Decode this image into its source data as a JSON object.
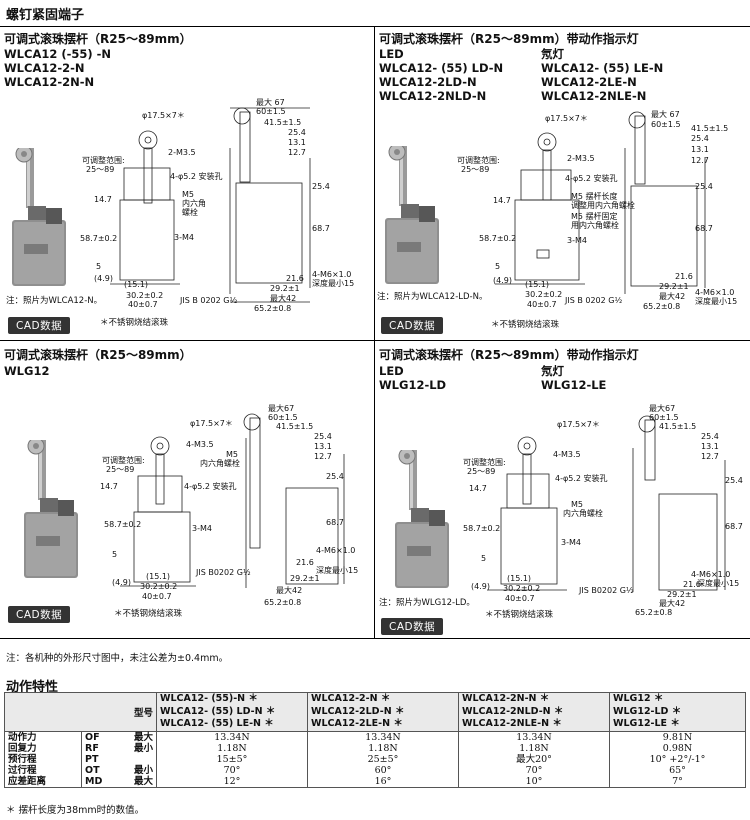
{
  "header": {
    "title": "螺钉紧固端子"
  },
  "panels": {
    "p1": {
      "title": "可调式滚珠摆杆（R25～89mm）",
      "models": [
        "WLCA12 (-55) -N",
        "WLCA12-2-N",
        "WLCA12-2N-N"
      ],
      "photo_note": "注：照片为WLCA12-N。",
      "cad": "CAD数据",
      "star_note": "＊不锈钢烧结滚珠",
      "dims": {
        "roller": "φ17.5×7＊",
        "adj": "可调整范围:",
        "adj2": "25～89",
        "m35": "2-M3.5",
        "hole": "4-φ5.2 安装孔",
        "m5": "M5",
        "m5b": "内六角",
        "m5c": "螺栓",
        "d147": "14.7",
        "d587": "58.7±0.2",
        "d5": "5",
        "d49": "(4.9)",
        "d151": "(15.1)",
        "d302": "30.2±0.2",
        "d407": "40±0.7",
        "m4": "3-M4",
        "max67": "最大 67",
        "d60": "60±1.5",
        "d415": "41.5±1.5",
        "d254a": "25.4",
        "d131": "13.1",
        "d127": "12.7",
        "d254b": "25.4",
        "d687": "68.7",
        "d216": "21.6",
        "d292": "29.2±1",
        "max42": "最大42",
        "d652": "65.2±0.8",
        "jis": "JIS B 0202 G½",
        "m6": "4-M6×1.0",
        "m6b": "深度最小15"
      }
    },
    "p2": {
      "title": "可调式滚珠摆杆（R25～89mm）带动作指示灯",
      "led": "LED",
      "neon": "氖灯",
      "models_left": [
        "WLCA12- (55) LD-N",
        "WLCA12-2LD-N",
        "WLCA12-2NLD-N"
      ],
      "models_right": [
        "WLCA12- (55) LE-N",
        "WLCA12-2LE-N",
        "WLCA12-2NLE-N"
      ],
      "photo_note": "注：照片为WLCA12-LD-N。",
      "cad": "CAD数据",
      "star_note": "＊不锈钢烧结滚珠",
      "dims": {
        "roller": "φ17.5×7＊",
        "adj": "可调整范围:",
        "adj2": "25～89",
        "m35": "2-M3.5",
        "hole": "4-φ5.2 安装孔",
        "m5a": "M5 摆杆长度",
        "m5b": "调整用内六角螺栓",
        "m5c": "M5 摆杆固定",
        "m5d": "用内六角螺栓",
        "d147": "14.7",
        "d587": "58.7±0.2",
        "d5": "5",
        "d49": "(4.9)",
        "d151": "(15.1)",
        "d302": "30.2±0.2",
        "d407": "40±0.7",
        "m4": "3-M4",
        "max67": "最大 67",
        "d60": "60±1.5",
        "d415": "41.5±1.5",
        "d254a": "25.4",
        "d131": "13.1",
        "d127": "12.7",
        "d254b": "25.4",
        "d687": "68.7",
        "d216": "21.6",
        "d292": "29.2±1",
        "max42": "最大42",
        "d652": "65.2±0.8",
        "jis": "JIS B 0202 G½",
        "m6": "4-M6×1.0",
        "m6b": "深度最小15"
      }
    },
    "p3": {
      "title": "可调式滚珠摆杆（R25～89mm）",
      "models": [
        "WLG12"
      ],
      "cad": "CAD数据",
      "star_note": "＊不锈钢烧结滚珠",
      "dims": {
        "roller": "φ17.5×7＊",
        "adj": "可调整范围:",
        "adj2": "25～89",
        "m35": "4-M3.5",
        "hole": "4-φ5.2 安装孔",
        "m5": "M5",
        "m5b": "内六角螺栓",
        "d147": "14.7",
        "d587": "58.7±0.2",
        "d5": "5",
        "d49": "(4.9)",
        "d151": "(15.1)",
        "d302": "30.2±0.2",
        "d407": "40±0.7",
        "m4": "3-M4",
        "max67": "最大67",
        "d60": "60±1.5",
        "d415": "41.5±1.5",
        "d254a": "25.4",
        "d131": "13.1",
        "d127": "12.7",
        "d254b": "25.4",
        "d687": "68.7",
        "d216": "21.6",
        "d292": "29.2±1",
        "max42": "最大42",
        "d652": "65.2±0.8",
        "jis": "JIS B0202 G½",
        "m6": "4-M6×1.0",
        "m6b": "深度最小15"
      }
    },
    "p4": {
      "title": "可调式滚珠摆杆（R25～89mm）带动作指示灯",
      "led": "LED",
      "neon": "氖灯",
      "models_left": [
        "WLG12-LD"
      ],
      "models_right": [
        "WLG12-LE"
      ],
      "photo_note": "注：照片为WLG12-LD。",
      "cad": "CAD数据",
      "star_note": "＊不锈钢烧结滚珠",
      "dims": {
        "roller": "φ17.5×7＊",
        "adj": "可调整范围:",
        "adj2": "25～89",
        "m35": "4-M3.5",
        "hole": "4-φ5.2 安装孔",
        "m5": "M5",
        "m5b": "内六角螺栓",
        "d147": "14.7",
        "d587": "58.7±0.2",
        "d5": "5",
        "d49": "(4.9)",
        "d151": "(15.1)",
        "d302": "30.2±0.2",
        "d407": "40±0.7",
        "m4": "3-M4",
        "max67": "最大67",
        "d60": "60±1.5",
        "d415": "41.5±1.5",
        "d254a": "25.4",
        "d131": "13.1",
        "d127": "12.7",
        "d254b": "25.4",
        "d687": "68.7",
        "d216": "21.6",
        "d292": "29.2±1",
        "max42": "最大42",
        "d652": "65.2±0.8",
        "jis": "JIS B0202 G½",
        "m6": "4-M6×1.0",
        "m6b": "深度最小15"
      }
    }
  },
  "footnote": "注：各机种的外形尺寸图中，未注公差为±0.4mm。",
  "spec": {
    "title": "动作特性",
    "model_label": "型号",
    "columns": [
      [
        "WLCA12- (55)-N ＊",
        "WLCA12- (55) LD-N ＊",
        "WLCA12- (55) LE-N ＊"
      ],
      [
        "WLCA12-2-N ＊",
        "WLCA12-2LD-N ＊",
        "WLCA12-2LE-N ＊"
      ],
      [
        "WLCA12-2N-N ＊",
        "WLCA12-2NLD-N ＊",
        "WLCA12-2NLE-N ＊"
      ],
      [
        "WLG12 ＊",
        "WLG12-LD ＊",
        "WLG12-LE ＊"
      ]
    ],
    "row_names": [
      "动作力",
      "回复力",
      "预行程",
      "过行程",
      "应差距离"
    ],
    "row_codes": [
      "OF",
      "RF",
      "PT",
      "OT",
      "MD"
    ],
    "row_qual": [
      "最大",
      "最小",
      "",
      "最小",
      "最大"
    ],
    "values": [
      [
        "13.34N",
        "1.18N",
        "15±5°",
        "70°",
        "12°"
      ],
      [
        "13.34N",
        "1.18N",
        "25±5°",
        "60°",
        "16°"
      ],
      [
        "13.34N",
        "1.18N",
        "最大20°",
        "70°",
        "10°"
      ],
      [
        "9.81N",
        "0.98N",
        "10° +2°/-1°",
        "65°",
        "7°"
      ]
    ],
    "note": "＊ 摆杆长度为38mm时的数值。"
  }
}
